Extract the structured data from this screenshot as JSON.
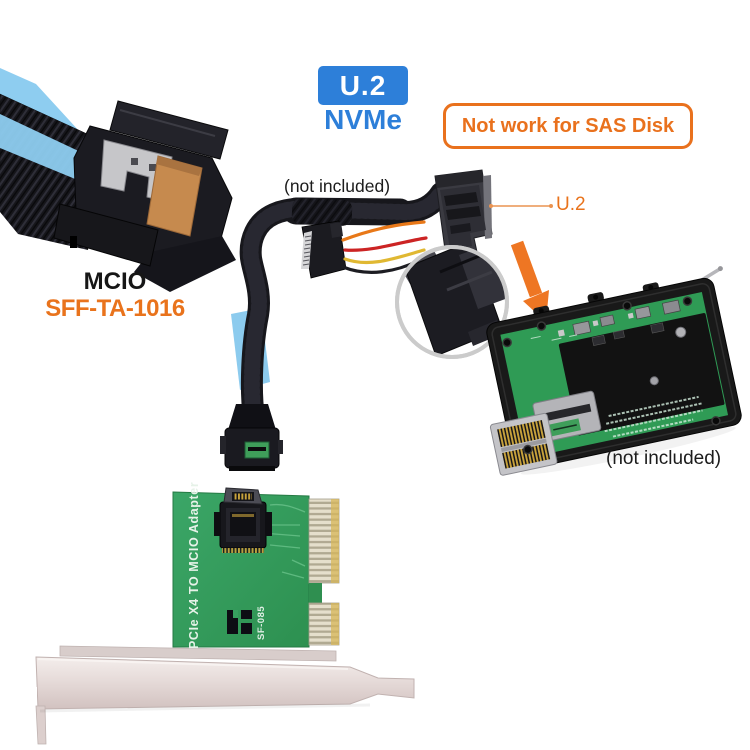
{
  "image": {
    "type": "product-photo-collage",
    "background": "#ffffff"
  },
  "badges": {
    "u2": "U.2",
    "nvme": "NVMe",
    "warning": "Not work for SAS Disk"
  },
  "mcio_connector": {
    "title": "MCIO",
    "spec": "SFF-TA-1016"
  },
  "u2_cable": {
    "not_included": "(not included)",
    "pointer_label": "U.2"
  },
  "adapter": {
    "not_included": "(not included)"
  },
  "pcie_card": {
    "silkscreen": "PCIe X4 TO MCIO Adapter",
    "model": "SF-085"
  },
  "colors": {
    "accent_orange": "#e9711d",
    "arrow_orange": "#ee7623",
    "brand_blue": "#2d7fd9",
    "pcb_green": "#2f9b55",
    "card_green": "#37a05f",
    "cable_blue": "#8ecdf0",
    "bracket_silver": "#e3d8d6",
    "gold": "#c9a33c"
  }
}
